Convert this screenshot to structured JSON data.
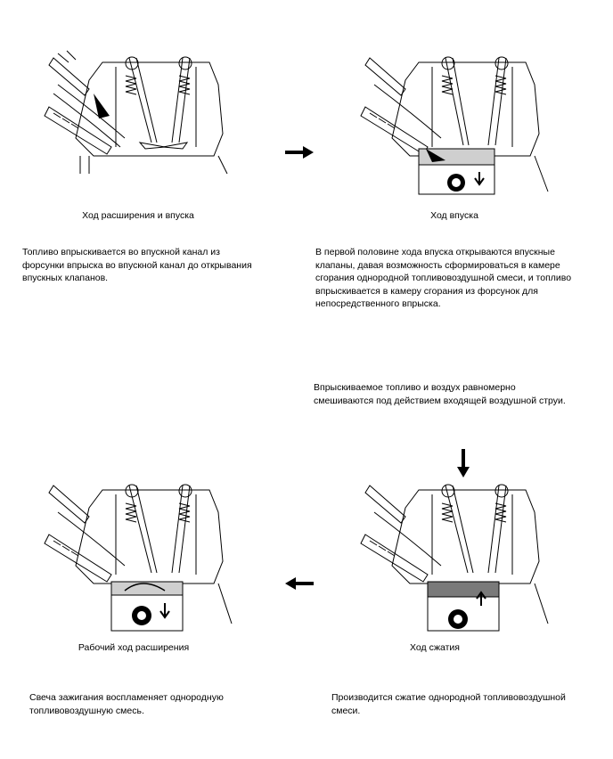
{
  "panels": [
    {
      "caption": "Ход расширения и впуска",
      "text_lines": [
        "Топливо впрыскивается во впускной канал из",
        "форсунки впрыска во впускной канал до открывания",
        "впускных клапанов."
      ],
      "stage": "port-injection"
    },
    {
      "caption": "Ход впуска",
      "text_lines": [
        "В первой половине хода впуска открываются впускные",
        "клапаны, давая возможность сформироваться в камере",
        "сгорания однородной топливовоздушной смеси, и топливо",
        "впрыскивается в камеру сгорания из форсунок для",
        "непосредственного впрыска."
      ],
      "stage": "intake-direct-injection"
    },
    {
      "caption": "Ход сжатия",
      "text_lines": [
        "Производится сжатие однородной топливовоздушной",
        "смеси."
      ],
      "stage": "compression"
    },
    {
      "caption": "Рабочий ход расширения",
      "text_lines": [
        "Свеча зажигания воспламеняет однородную",
        "топливовоздушную смесь."
      ],
      "stage": "power"
    }
  ],
  "mixing_note_lines": [
    "Впрыскиваемое топливо и воздух равномерно",
    "смешиваются под действием входящей воздушной струи."
  ],
  "colors": {
    "line": "#000000",
    "mixture_light": "#cfcfcf",
    "mixture_dark": "#7a7a7a",
    "background": "#ffffff"
  }
}
